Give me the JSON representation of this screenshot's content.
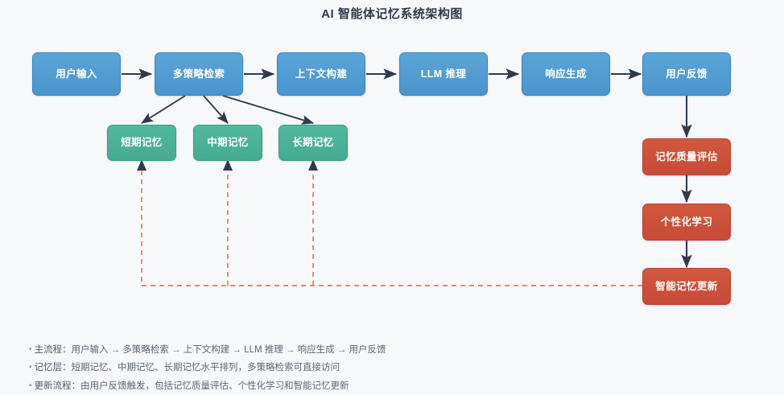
{
  "title": "AI 智能体记忆系统架构图",
  "colors": {
    "background": "#f7f8fa",
    "blue": "#4a95cd",
    "green": "#45ab92",
    "red": "#c74b37",
    "arrow": "#2f3b4a",
    "dashed": "#e08878",
    "title_text": "#2f3b4a",
    "legend_text": "#5b6673"
  },
  "pipeline": {
    "name": "main-flow",
    "nodes": [
      {
        "id": "user-input",
        "label": "用户输入"
      },
      {
        "id": "multi-strategy-retrieval",
        "label": "多策略检索"
      },
      {
        "id": "context-construction",
        "label": "上下文构建"
      },
      {
        "id": "llm-inference",
        "label": "LLM 推理"
      },
      {
        "id": "response-generation",
        "label": "响应生成"
      },
      {
        "id": "user-feedback",
        "label": "用户反馈"
      }
    ]
  },
  "memory_layer": {
    "name": "memory-layer",
    "nodes": [
      {
        "id": "short-term-memory",
        "label": "短期记忆"
      },
      {
        "id": "mid-term-memory",
        "label": "中期记忆"
      },
      {
        "id": "long-term-memory",
        "label": "长期记忆"
      }
    ]
  },
  "update_flow": {
    "name": "update-flow",
    "nodes": [
      {
        "id": "memory-quality-assessment",
        "label": "记忆质量评估"
      },
      {
        "id": "personalized-learning",
        "label": "个性化学习"
      },
      {
        "id": "intelligent-memory-update",
        "label": "智能记忆更新"
      }
    ]
  },
  "legend": {
    "lines": [
      {
        "label": "主流程：",
        "text": "用户输入 → 多策略检索 → 上下文构建 → LLM 推理 → 响应生成 → 用户反馈"
      },
      {
        "label": "记忆层：",
        "text": "短期记忆、中期记忆、长期记忆水平排列，多策略检索可直接访问"
      },
      {
        "label": "更新流程：",
        "text": "由用户反馈触发，包括记忆质量评估、个性化学习和智能记忆更新"
      }
    ]
  }
}
